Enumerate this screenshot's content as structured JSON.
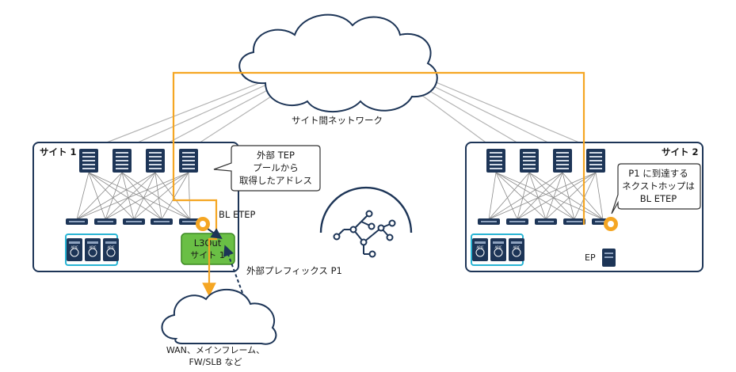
{
  "labels": {
    "intersite_network": "サイト間ネットワーク",
    "site1": "サイト 1",
    "site2": "サイト 2",
    "callout1": [
      "外部 TEP",
      "プールから",
      "取得したアドレス"
    ],
    "bl_etep": "BL ETEP",
    "l3out_line1": "L3Out",
    "l3out_line2": "サイト 1",
    "external_prefix": "外部プレフィックス P1",
    "callout2": [
      "P1 に到達する",
      "ネクストホップは",
      "BL ETEP"
    ],
    "ep": "EP",
    "wan_line1": "WAN、メインフレーム、",
    "wan_line2": "FW/SLB など",
    "apic": "APIC"
  },
  "colors": {
    "site_border": "#1d3557",
    "orange_path": "#f5a623",
    "l3out_fill": "#6abf45",
    "callout_border": "#333333",
    "apic_highlight": "#28b4d4",
    "gear": "#f5a623"
  }
}
